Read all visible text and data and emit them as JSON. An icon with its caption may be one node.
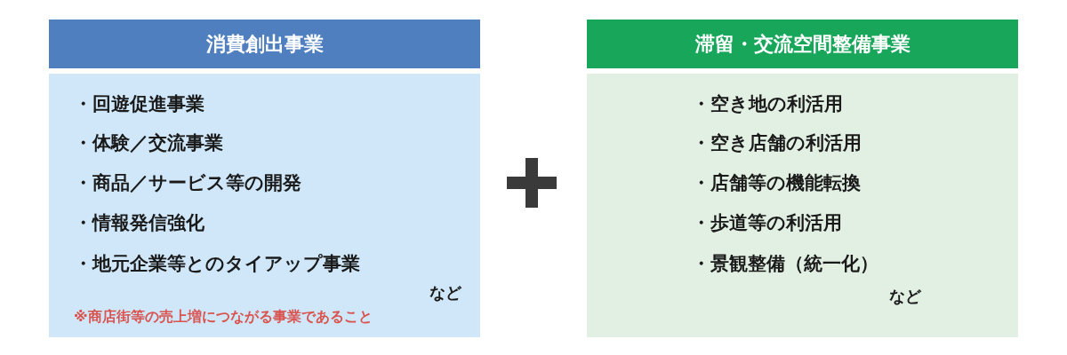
{
  "diagram": {
    "nodes": [
      {
        "text": [
          "消費創出事業"
        ]
      },
      {
        "text": [
          "・回遊促進事業",
          "・体験／交流事業",
          "・商品／サービス等の開発",
          "・情報発信強化",
          "・地元企業等とのタイアップ事業",
          "など",
          "※商店街等の売上増につながる事業であること"
        ]
      },
      {
        "text": [
          "滞留・交流空間整備事業"
        ]
      },
      {
        "text": [
          "・空き地の利活用",
          "・空き店舗の利活用",
          "・店舗等の機能転換",
          "・歩道等の利活用",
          "・景観整備（統一化）",
          "など"
        ]
      }
    ]
  }
}
